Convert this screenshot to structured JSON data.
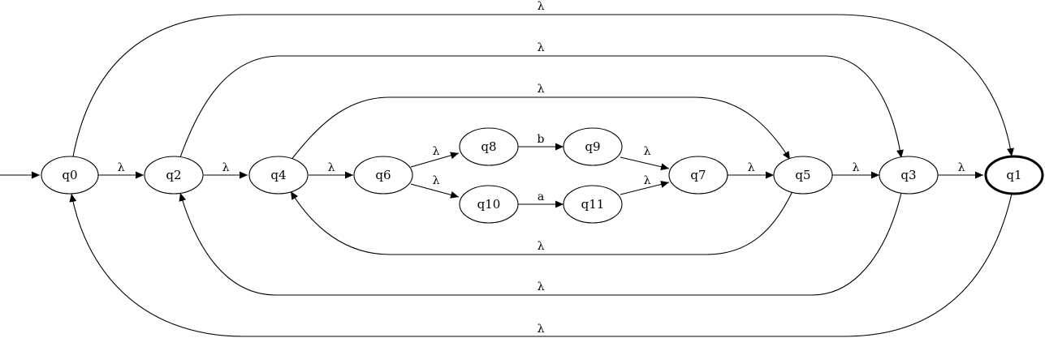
{
  "states": {
    "q0": "q0",
    "q1": "q1",
    "q2": "q2",
    "q3": "q3",
    "q4": "q4",
    "q5": "q5",
    "q6": "q6",
    "q7": "q7",
    "q8": "q8",
    "q9": "q9",
    "q10": "q10",
    "q11": "q11"
  },
  "start_state": "q0",
  "accept_states": [
    "q1"
  ],
  "transitions": {
    "q0_q2": "λ",
    "q2_q4": "λ",
    "q4_q6": "λ",
    "q6_q8": "λ",
    "q6_q10": "λ",
    "q8_q9": "b",
    "q10_q11": "a",
    "q9_q7": "λ",
    "q11_q7": "λ",
    "q7_q5": "λ",
    "q5_q3": "λ",
    "q3_q1": "λ",
    "q0_q1": "λ",
    "q2_q3": "λ",
    "q4_q5": "λ",
    "q5_q4": "λ",
    "q3_q2": "λ",
    "q1_q0": "λ"
  },
  "colors": {
    "stroke": "#000000",
    "background": "#ffffff"
  }
}
